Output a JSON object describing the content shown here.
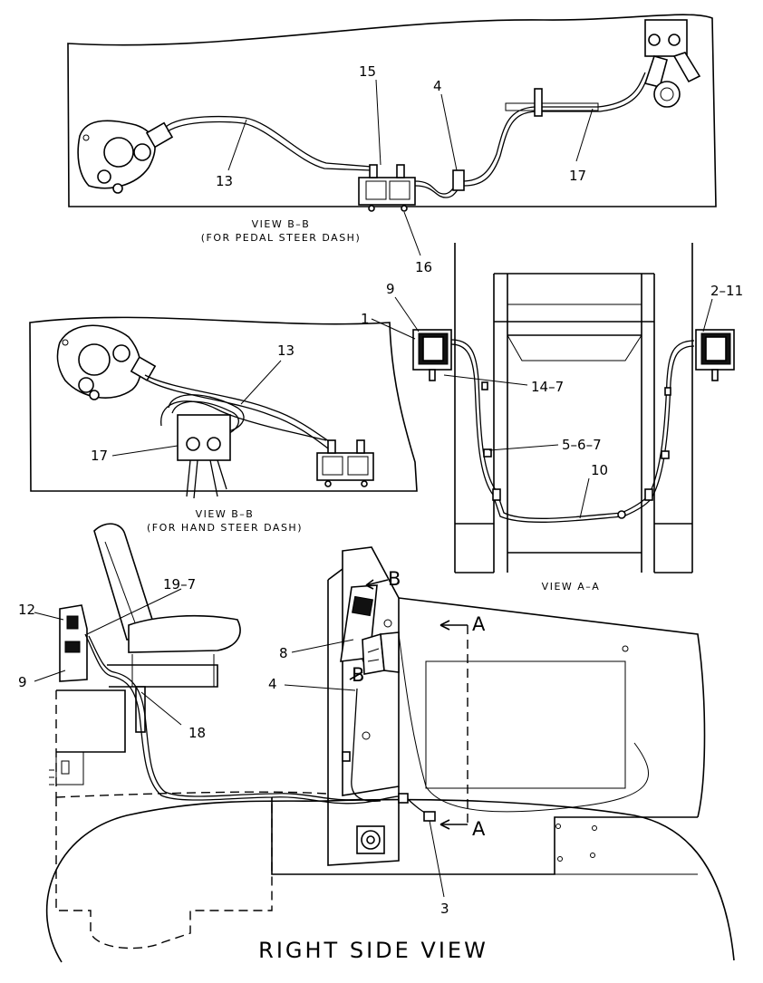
{
  "views": {
    "pedal": {
      "title": "VIEW B–B",
      "subtitle": "(FOR PEDAL STEER DASH)"
    },
    "hand": {
      "title": "VIEW B–B",
      "subtitle": "(FOR HAND STEER DASH)"
    },
    "view_a": {
      "title": "VIEW A–A"
    },
    "right_side": {
      "title": "RIGHT SIDE VIEW"
    }
  },
  "callouts": {
    "pedal": [
      "15",
      "4",
      "13",
      "17",
      "16"
    ],
    "hand": [
      "13",
      "17"
    ],
    "view_a": [
      "9",
      "1",
      "2–11",
      "14–7",
      "5–6–7",
      "10"
    ],
    "side": [
      "12",
      "19–7",
      "9",
      "18",
      "8",
      "4",
      "3"
    ]
  },
  "section_markers": {
    "a_top": "A",
    "a_bottom": "A",
    "b_top": "B",
    "b_bottom": "B"
  }
}
